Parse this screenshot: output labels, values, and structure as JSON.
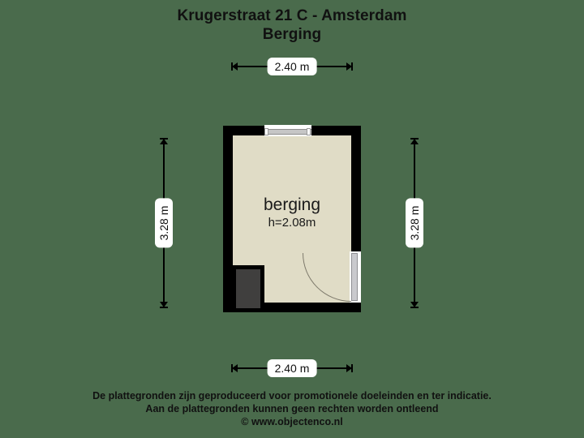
{
  "title": {
    "line1": "Krugerstraat 21 C - Amsterdam",
    "line2": "Berging"
  },
  "plan": {
    "room": {
      "name": "berging",
      "height_label": "h=2.08m"
    },
    "features": {
      "window_label": "window",
      "door_label": "door",
      "closet_label": "storage-cupboard"
    }
  },
  "dimensions": {
    "top": "2.40 m",
    "bottom": "2.40 m",
    "left": "3.28 m",
    "right": "3.28 m"
  },
  "footer": {
    "line1": "De plattegronden zijn geproduceerd voor promotionele doeleinden en ter indicatie.",
    "line2": "Aan de plattegronden kunnen geen rechten worden ontleend",
    "line3": "© www.objectenco.nl"
  },
  "colors": {
    "background": "#4a6b4c",
    "wall": "#000000",
    "floor": "#e0dcc6",
    "closet": "#403f3e",
    "door_leaf": "#c9c9cd",
    "window_bar": "#c6c6c6",
    "text": "#111111",
    "label_background": "#ffffff"
  }
}
